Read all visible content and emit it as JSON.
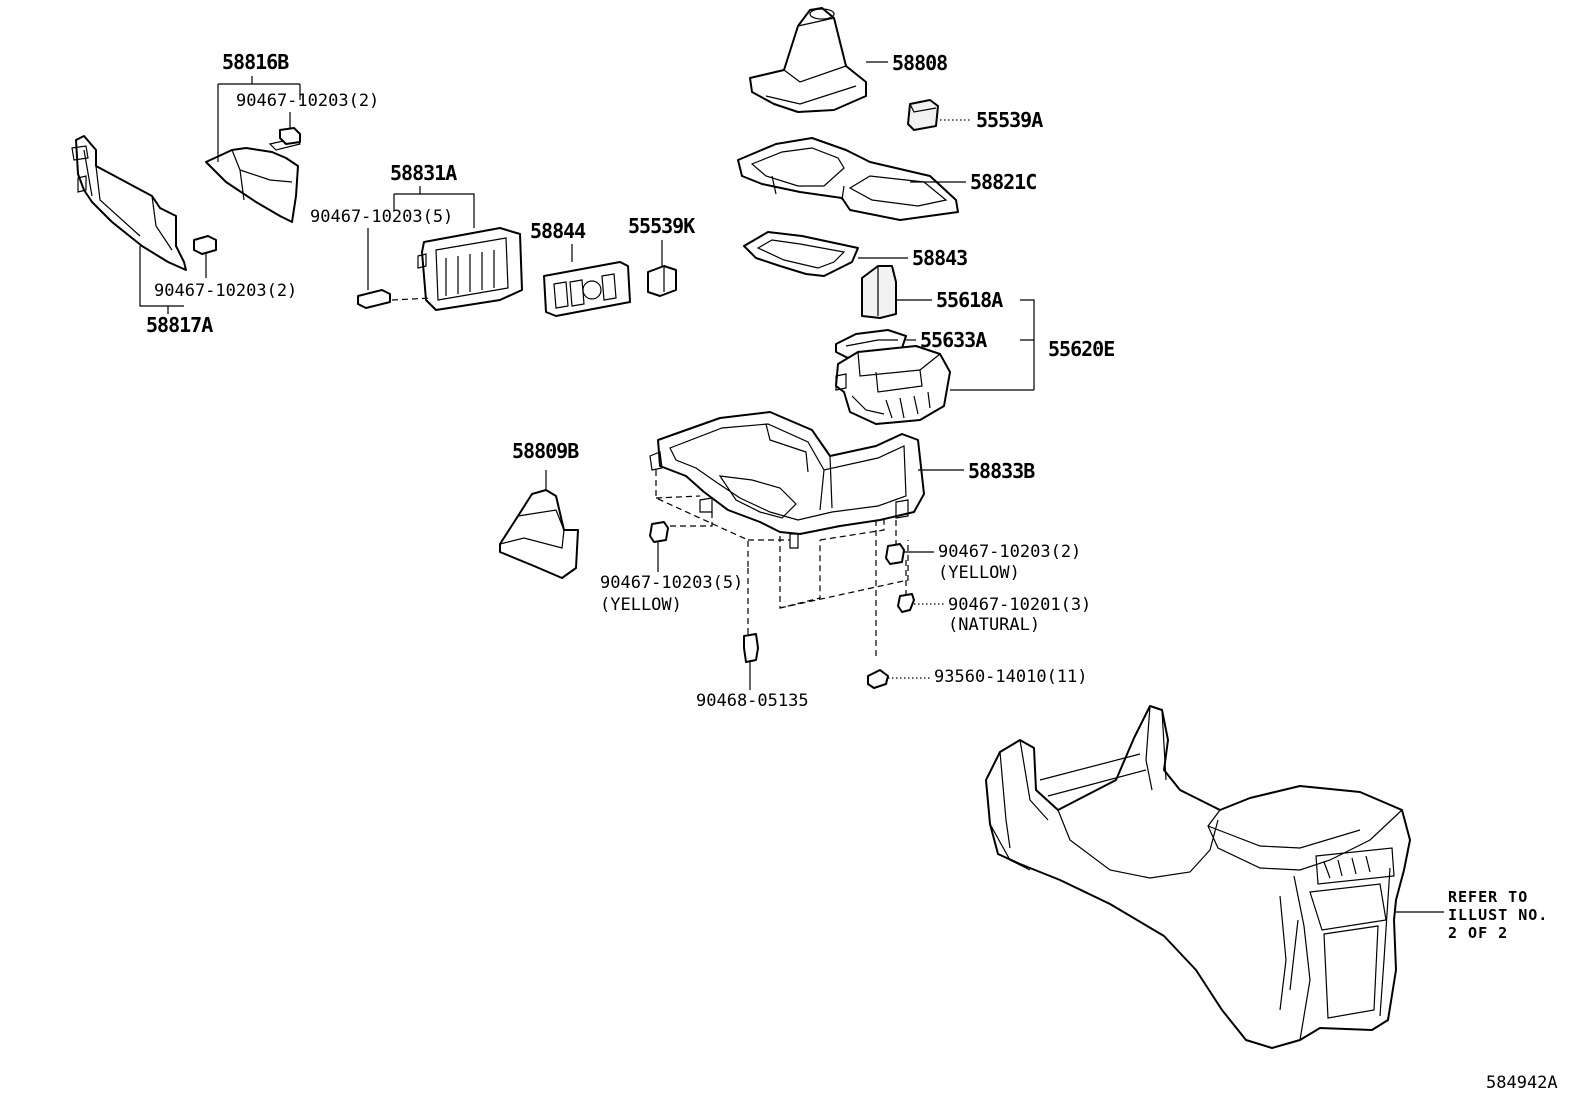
{
  "diagram": {
    "figure_id": "584942A",
    "labels": {
      "p58816B": "58816B",
      "p58816B_clip": "90467-10203(2)",
      "p58817A_clip": "90467-10203(2)",
      "p58817A": "58817A",
      "p58831A": "58831A",
      "p58831A_clip": "90467-10203(5)",
      "p58844": "58844",
      "p55539K": "55539K",
      "p58808": "58808",
      "p55539A": "55539A",
      "p58821C": "58821C",
      "p58843": "58843",
      "p55618A": "55618A",
      "p55633A": "55633A",
      "p55620E": "55620E",
      "p58809B": "58809B",
      "p58833B": "58833B",
      "clip_yellow_2": "90467-10203(2)",
      "clip_yellow_2_color": "(YELLOW)",
      "clip_natural_3": "90467-10201(3)",
      "clip_natural_3_color": "(NATURAL)",
      "clip_yellow_5": "90467-10203(5)",
      "clip_yellow_5_color": "(YELLOW)",
      "screw": "93560-14010(11)",
      "p90468": "90468-05135"
    },
    "refer_note": [
      "REFER TO",
      "ILLUST NO.",
      "2 OF 2"
    ]
  }
}
